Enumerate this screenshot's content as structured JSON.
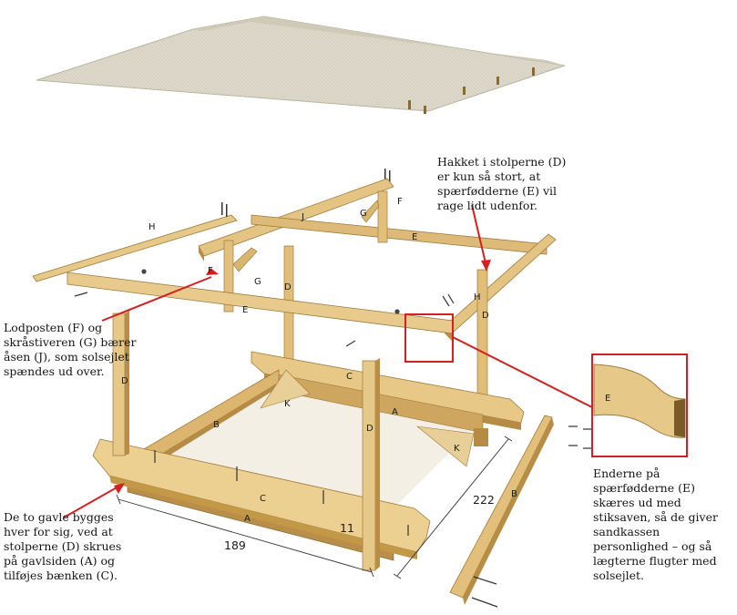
{
  "notes": {
    "notch": "Hakket i stolperne (D) er kun så stort, at spærfødderne (E) vil rage lidt udenfor.",
    "post_brace": "Lodposten (F) og skråstiveren (G) bærer åsen (J), som solsejlet spændes ud over.",
    "gables": "De to gavle bygges hver for sig, ved at stolperne (D) skrues på gavlsiden (A) og tilføjes bænken (C).",
    "rafter_ends": "Enderne på spærfødderne (E) skæres ud med stiksaven, så de giver sandkassen personlighed – og så lægterne flugter med solsejlet."
  },
  "parts": {
    "A": "A",
    "B": "B",
    "C": "C",
    "D": "D",
    "E": "E",
    "F": "F",
    "G": "G",
    "H": "H",
    "J": "J",
    "K": "K"
  },
  "dims": {
    "front": "189",
    "side": "222",
    "small": "11"
  },
  "colors": {
    "wood": "#e2c27e",
    "wood_dark": "#c49a52",
    "wood_shadow": "#9d7637",
    "canvas": "#dcd8c8",
    "callout": "#d42020",
    "line": "#222222"
  }
}
